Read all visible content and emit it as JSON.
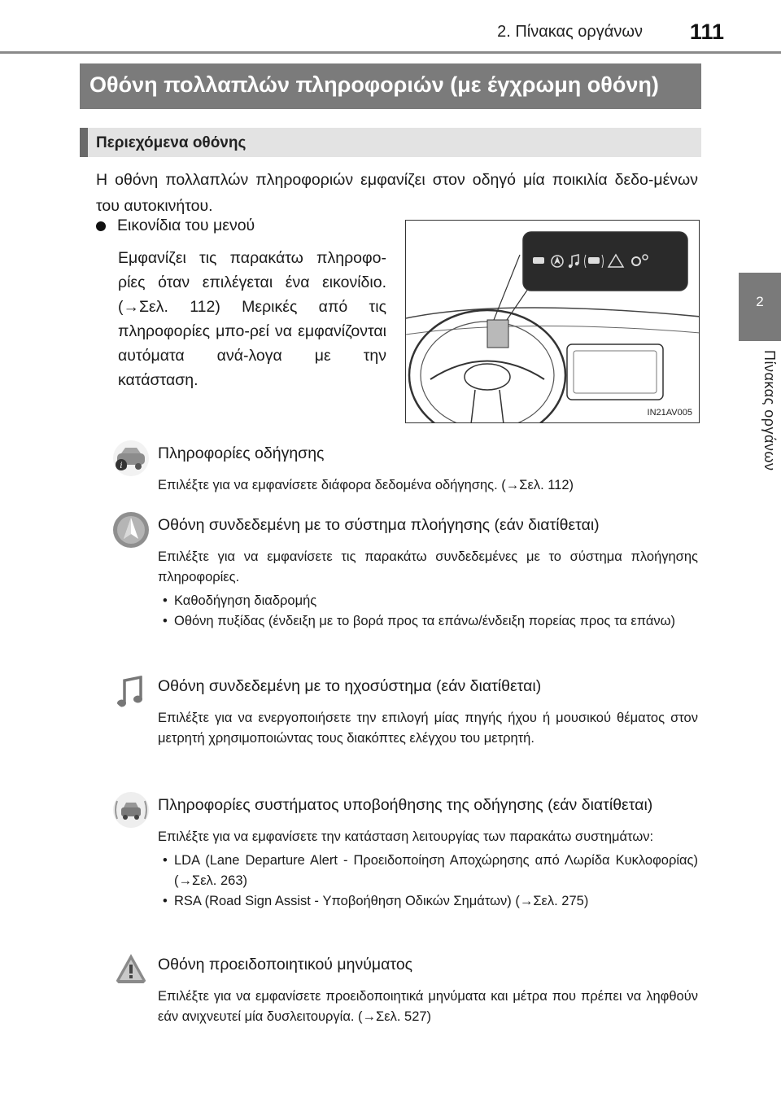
{
  "header": {
    "chapter": "2. Πίνακας οργάνων",
    "page_number": "111"
  },
  "side_tab": {
    "number": "2",
    "label": "Πίνακας οργάνων"
  },
  "title": "Οθόνη πολλαπλών πληροφοριών (με έγχρωμη οθόνη)",
  "section": {
    "heading": "Περιεχόμενα οθόνης",
    "intro": "Η οθόνη πολλαπλών πληροφοριών εμφανίζει στον οδηγό μία ποικιλία δεδο-μένων του αυτοκινήτου."
  },
  "menu_icons": {
    "heading": "Εικονίδια του μενού",
    "body": "Εμφανίζει τις παρακάτω πληροφο-ρίες όταν επιλέγεται ένα εικονίδιο. (→Σελ. 112) Μερικές από τις πληροφορίες μπο-ρεί να εμφανίζονται αυτόματα ανά-λογα με την κατάσταση."
  },
  "illustration": {
    "code": "IN21AV005"
  },
  "items": [
    {
      "icon": "driving-info-icon",
      "title": "Πληροφορίες οδήγησης",
      "desc": "Επιλέξτε για να εμφανίσετε διάφορα δεδομένα οδήγησης. (→Σελ. 112)",
      "bullets": []
    },
    {
      "icon": "navigation-icon",
      "title": "Οθόνη συνδεδεμένη με το σύστημα πλοήγησης (εάν διατίθεται)",
      "desc": "Επιλέξτε για να εμφανίσετε τις παρακάτω συνδεδεμένες με το σύστημα πλοήγησης πληροφορίες.",
      "bullets": [
        "Καθοδήγηση διαδρομής",
        "Οθόνη πυξίδας (ένδειξη με το βορά προς τα επάνω/ένδειξη πορείας προς τα επάνω)"
      ]
    },
    {
      "icon": "audio-icon",
      "title": "Οθόνη συνδεδεμένη με το ηχοσύστημα (εάν διατίθεται)",
      "desc": "Επιλέξτε για να ενεργοποιήσετε την επιλογή μίας πηγής ήχου ή μουσικού θέματος στον μετρητή χρησιμοποιώντας τους διακόπτες ελέγχου του μετρητή.",
      "bullets": []
    },
    {
      "icon": "driving-assist-icon",
      "title": "Πληροφορίες συστήματος υποβοήθησης της οδήγησης (εάν διατίθεται)",
      "desc": "Επιλέξτε για να εμφανίσετε την κατάσταση λειτουργίας των παρακάτω συστημάτων:",
      "bullets": [
        "LDA (Lane Departure Alert - Προειδοποίηση Αποχώρησης από Λωρίδα Κυκλοφορίας) (→Σελ. 263)",
        "RSA (Road Sign Assist - Υποβοήθηση Οδικών Σημάτων) (→Σελ. 275)"
      ]
    },
    {
      "icon": "warning-icon",
      "title": "Οθόνη προειδοποιητικού μηνύματος",
      "desc": "Επιλέξτε για να εμφανίσετε προειδοποιητικά μηνύματα και μέτρα που πρέπει να ληφθούν εάν ανιχνευτεί μία δυσλειτουργία. (→Σελ. 527)",
      "bullets": []
    }
  ]
}
